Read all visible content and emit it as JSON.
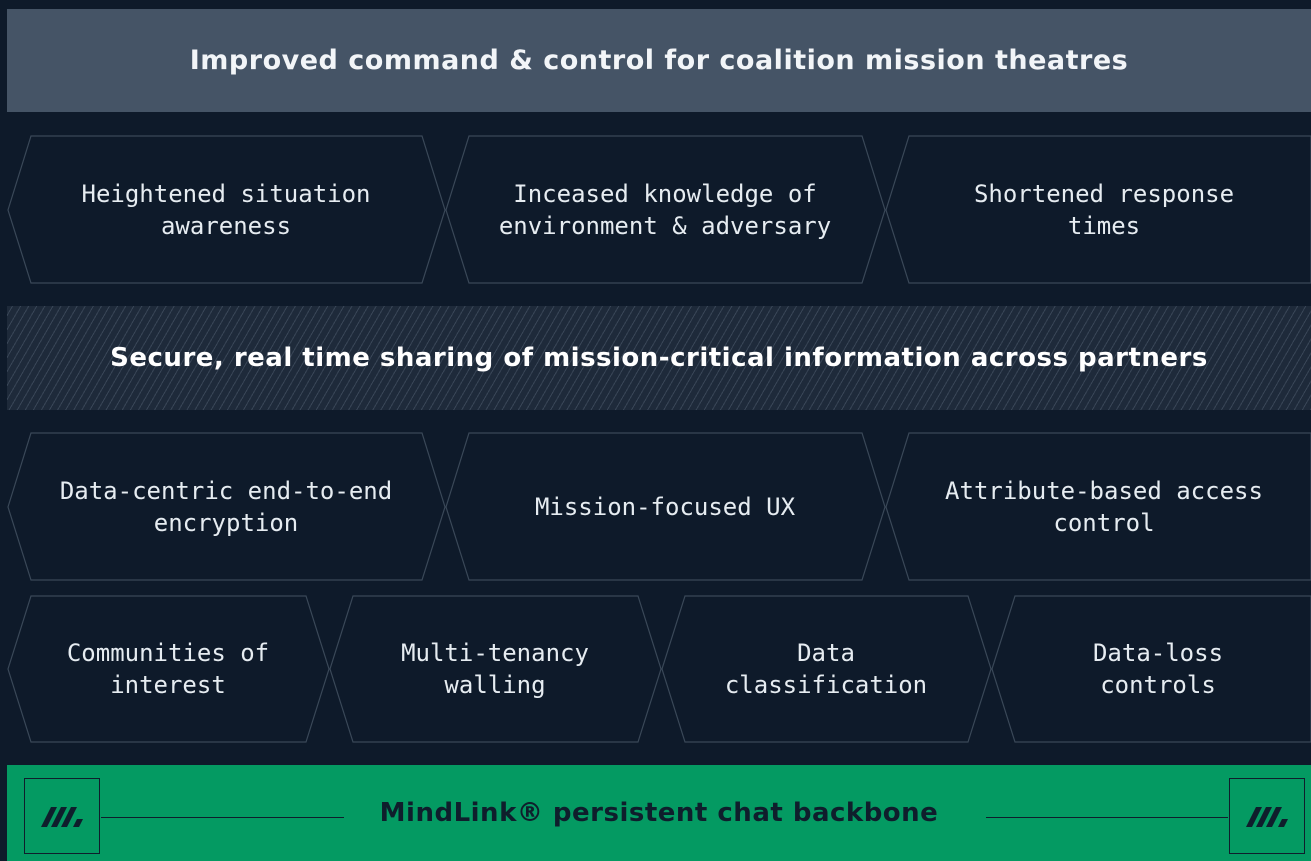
{
  "top_banner": {
    "text": "Improved command & control for coalition mission theatres"
  },
  "outcomes": [
    {
      "label": "Heightened situation awareness",
      "line1": "Heightened situation",
      "line2": "awareness"
    },
    {
      "label": "Inceased knowledge of environment & adversary",
      "line1": "Inceased knowledge of",
      "line2": "environment & adversary"
    },
    {
      "label": "Shortened response times",
      "line1": "Shortened response",
      "line2": "times"
    }
  ],
  "middle_banner": {
    "text": "Secure, real time sharing of mission-critical information across partners"
  },
  "capabilities_row1": [
    {
      "line1": "Data-centric end-to-end",
      "line2": "encryption"
    },
    {
      "line1": "Mission-focused UX",
      "line2": ""
    },
    {
      "line1": "Attribute-based access",
      "line2": "control"
    }
  ],
  "capabilities_row2": [
    {
      "line1": "Communities of",
      "line2": "interest"
    },
    {
      "line1": "Multi-tenancy",
      "line2": "walling"
    },
    {
      "line1": "Data",
      "line2": "classification"
    },
    {
      "line1": "Data-loss",
      "line2": "controls"
    }
  ],
  "bottom_banner": {
    "text": "MindLink® persistent chat backbone"
  },
  "logos": {
    "left_icon": "mindlink-logo-icon",
    "right_icon": "mindlink-logo-icon"
  },
  "colors": {
    "background": "#0e1a2a",
    "top_banner": "#455466",
    "bottom_banner": "#049a62",
    "hex_stroke": "#3a4858",
    "text_light": "#e6ecf1",
    "text_dark": "#0f1e2c"
  }
}
